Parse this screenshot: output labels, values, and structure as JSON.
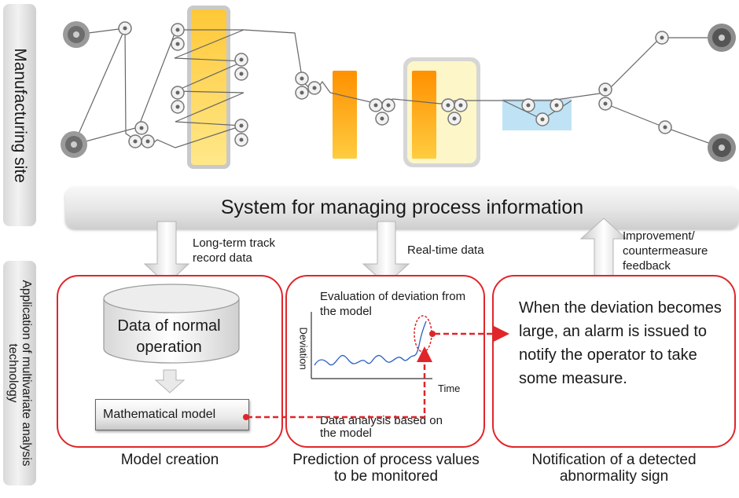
{
  "sections": {
    "manufacturing_site": "Manufacturing site",
    "application": "Application of multivariate analysis technology"
  },
  "system_title": "System for managing process information",
  "flows": {
    "long_term": "Long-term track record data",
    "real_time": "Real-time data",
    "feedback": "Improvement/ countermeasure feedback"
  },
  "model_creation": {
    "database_label": "Data of normal operation",
    "model_label": "Mathematical model",
    "caption": "Model creation"
  },
  "prediction": {
    "evaluation_label": "Evaluation of deviation from the model",
    "y_axis": "Deviation",
    "x_axis": "Time",
    "analysis_label": "Data analysis based on the model",
    "caption": "Prediction of process values to be monitored"
  },
  "notification": {
    "alarm_text": "When the deviation becomes large, an alarm is issued to notify the operator to take some measure.",
    "caption": "Notification of a detected abnormality sign"
  },
  "colors": {
    "panel_border": "#e0262a",
    "dashed_link": "#e0262a",
    "curve": "#2a5fc4",
    "heater_orange": "#ff9a00",
    "heater_yellow": "#ffd24a",
    "bath_blue": "#bfe3f5"
  }
}
